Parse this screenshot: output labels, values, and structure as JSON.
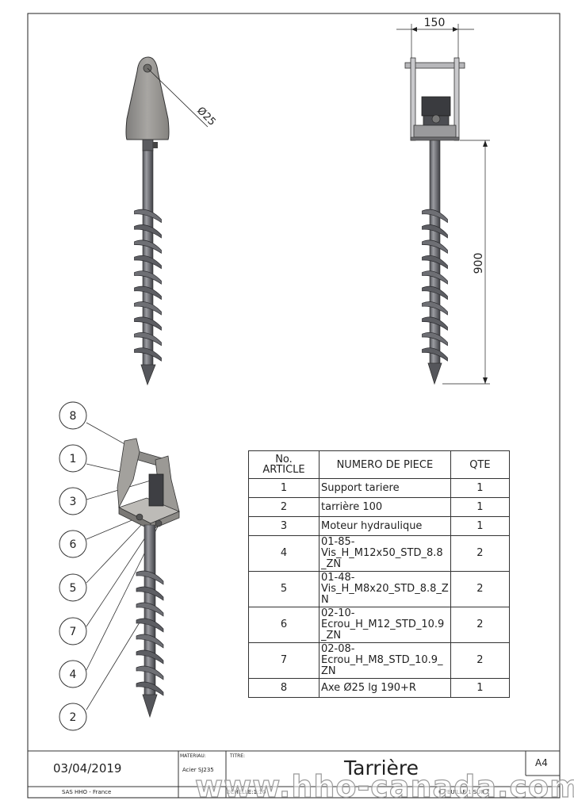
{
  "dimensions": {
    "diameter": "Ø25",
    "width": "150",
    "height": "900"
  },
  "balloons": [
    "8",
    "1",
    "3",
    "6",
    "5",
    "7",
    "4",
    "2"
  ],
  "bom": {
    "headers": {
      "no_line1": "No.",
      "no_line2": "ARTICLE",
      "part": "NUMERO DE PIECE",
      "qty": "QTE"
    },
    "rows": [
      {
        "no": "1",
        "lines": [
          "Support tariere"
        ],
        "qty": "1"
      },
      {
        "no": "2",
        "lines": [
          "tarrière 100"
        ],
        "qty": "1"
      },
      {
        "no": "3",
        "lines": [
          "Moteur hydraulique"
        ],
        "qty": "1"
      },
      {
        "no": "4",
        "lines": [
          "01-85-",
          "Vis_H_M12x50_STD_8.8",
          "_ZN"
        ],
        "qty": "2"
      },
      {
        "no": "5",
        "lines": [
          "01-48-",
          "Vis_H_M8x20_STD_8.8_Z",
          "N"
        ],
        "qty": "2"
      },
      {
        "no": "6",
        "lines": [
          "02-10-",
          "Ecrou_H_M12_STD_10.9",
          "_ZN"
        ],
        "qty": "2"
      },
      {
        "no": "7",
        "lines": [
          "02-08-",
          "Ecrou_H_M8_STD_10.9_",
          "ZN"
        ],
        "qty": "2"
      },
      {
        "no": "8",
        "lines": [
          "Axe Ø25 lg 190+R"
        ],
        "qty": "1"
      }
    ]
  },
  "title_block": {
    "date": "03/04/2019",
    "company": "SAS HHO - France",
    "material_label": "MATERIAU:",
    "material_value": "Acier SJ235",
    "title_label": "TITRE:",
    "title": "Tarrière",
    "format": "A4",
    "scale": "ECHELLE:1:10",
    "sheet": "FEUILLE 1 SUR 1"
  },
  "watermark": "www.hho-canada.com",
  "colors": {
    "metal": "#9a9a9c",
    "metal_dark": "#5e5f63",
    "metal_light": "#c8c8ca",
    "line": "#1f1f1f"
  }
}
